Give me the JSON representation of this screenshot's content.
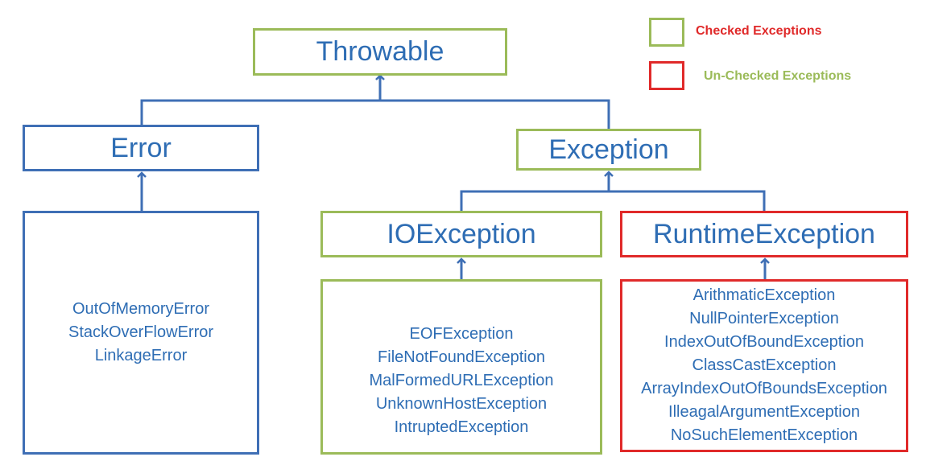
{
  "nodes": {
    "throwable": "Throwable",
    "error": "Error",
    "exception": "Exception",
    "io_exception": "IOException",
    "runtime_exception": "RuntimeException"
  },
  "error_list": [
    "OutOfMemoryError",
    "StackOverFlowError",
    "LinkageError"
  ],
  "io_list": [
    "EOFException",
    "FileNotFoundException",
    "MalFormedURLException",
    "UnknownHostException",
    "IntruptedException"
  ],
  "runtime_list": [
    "ArithmaticException",
    "NullPointerException",
    "IndexOutOfBoundException",
    "ClassCastException",
    "ArrayIndexOutOfBoundsException",
    "IlleagalArgumentException",
    "NoSuchElementException"
  ],
  "legend": {
    "checked": {
      "label": "Checked Exceptions",
      "swatch_color": "#9bbb59",
      "text_color": "#e02a2a"
    },
    "unchecked": {
      "label": "Un-Checked Exceptions",
      "swatch_color": "#e02a2a",
      "text_color": "#9bbb59"
    }
  },
  "colors": {
    "connector": "#3f6fb5",
    "text": "#2e6db4",
    "checked": "#9bbb59",
    "unchecked": "#e02a2a",
    "error_border": "#3f6fb5"
  }
}
